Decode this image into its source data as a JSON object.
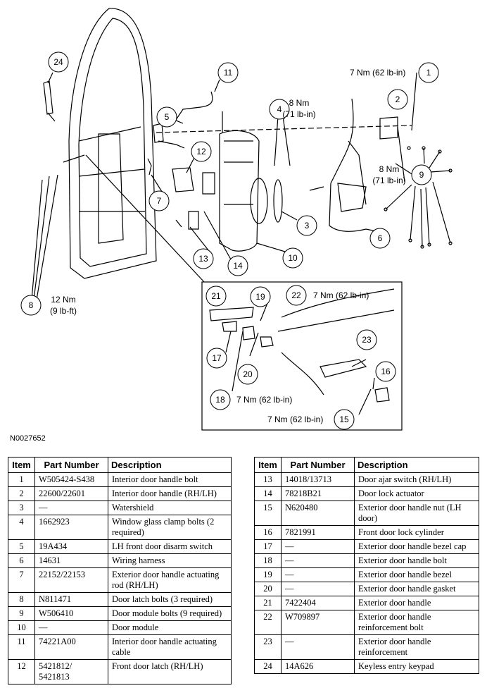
{
  "figure_id": "N0027652",
  "callouts": [
    {
      "n": "1"
    },
    {
      "n": "2"
    },
    {
      "n": "3"
    },
    {
      "n": "4"
    },
    {
      "n": "5"
    },
    {
      "n": "6"
    },
    {
      "n": "7"
    },
    {
      "n": "8"
    },
    {
      "n": "9"
    },
    {
      "n": "10"
    },
    {
      "n": "11"
    },
    {
      "n": "12"
    },
    {
      "n": "13"
    },
    {
      "n": "14"
    },
    {
      "n": "16"
    },
    {
      "n": "17"
    },
    {
      "n": "18"
    },
    {
      "n": "19"
    },
    {
      "n": "20"
    },
    {
      "n": "21"
    },
    {
      "n": "22"
    },
    {
      "n": "23"
    },
    {
      "n": "24"
    },
    {
      "n": "15"
    }
  ],
  "torques": {
    "t1": "7 Nm (62 lb-in)",
    "t4a": "8 Nm",
    "t4b": "(71 lb-in)",
    "t9a": "8 Nm",
    "t9b": "(71 lb-in)",
    "t8a": "12 Nm",
    "t8b": "(9 lb-ft)",
    "t22": "7 Nm (62 lb-in)",
    "t18": "7 Nm (62 lb-in)",
    "t15": "7 Nm (62 lb-in)"
  },
  "table": {
    "headers": [
      "Item",
      "Part Number",
      "Description"
    ],
    "left": [
      {
        "item": "1",
        "part": "W505424-S438",
        "desc": "Interior door handle bolt"
      },
      {
        "item": "2",
        "part": "22600/22601",
        "desc": "Interior door handle (RH/LH)"
      },
      {
        "item": "3",
        "part": "—",
        "desc": "Watershield"
      },
      {
        "item": "4",
        "part": "1662923",
        "desc": "Window glass clamp bolts (2 required)"
      },
      {
        "item": "5",
        "part": "19A434",
        "desc": "LH front door disarm switch"
      },
      {
        "item": "6",
        "part": "14631",
        "desc": "Wiring harness"
      },
      {
        "item": "7",
        "part": "22152/22153",
        "desc": "Exterior door handle actuating rod (RH/LH)"
      },
      {
        "item": "8",
        "part": "N811471",
        "desc": "Door latch bolts (3 required)"
      },
      {
        "item": "9",
        "part": "W506410",
        "desc": "Door module bolts (9 required)"
      },
      {
        "item": "10",
        "part": "—",
        "desc": "Door module"
      },
      {
        "item": "11",
        "part": "74221A00",
        "desc": "Interior door handle actuating cable"
      },
      {
        "item": "12",
        "part": "5421812/ 5421813",
        "desc": "Front door latch (RH/LH)"
      }
    ],
    "right": [
      {
        "item": "13",
        "part": "14018/13713",
        "desc": "Door ajar switch (RH/LH)"
      },
      {
        "item": "14",
        "part": "78218B21",
        "desc": "Door lock actuator"
      },
      {
        "item": "15",
        "part": "N620480",
        "desc": "Exterior door handle nut (LH door)"
      },
      {
        "item": "16",
        "part": "7821991",
        "desc": "Front door lock cylinder"
      },
      {
        "item": "17",
        "part": "—",
        "desc": "Exterior door handle bezel cap"
      },
      {
        "item": "18",
        "part": "—",
        "desc": "Exterior door handle bolt"
      },
      {
        "item": "19",
        "part": "—",
        "desc": "Exterior door handle bezel"
      },
      {
        "item": "20",
        "part": "—",
        "desc": "Exterior door handle gasket"
      },
      {
        "item": "21",
        "part": "7422404",
        "desc": "Exterior door handle"
      },
      {
        "item": "22",
        "part": "W709897",
        "desc": "Exterior door handle reinforcement bolt"
      },
      {
        "item": "23",
        "part": "—",
        "desc": "Exterior door handle reinforcement"
      },
      {
        "item": "24",
        "part": "14A626",
        "desc": "Keyless entry keypad"
      }
    ]
  }
}
